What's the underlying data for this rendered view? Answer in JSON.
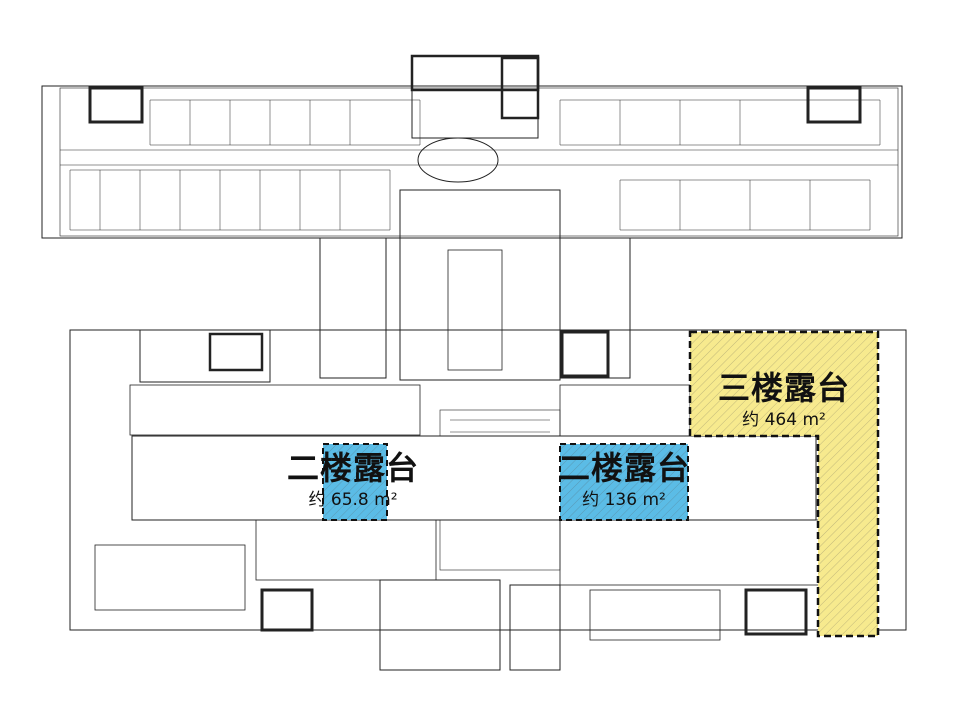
{
  "diagram": {
    "type": "architectural-floor-plan",
    "colors": {
      "third_floor_terrace_fill": "#f7ea8e",
      "second_floor_terrace_fill": "#5bbce6",
      "line": "#222222",
      "background": "#ffffff"
    },
    "terraces": [
      {
        "id": "third-floor-terrace",
        "title": "三楼露台",
        "area_prefix": "约",
        "area_value": "464",
        "area_unit": "m²"
      },
      {
        "id": "second-floor-terrace-left",
        "title": "二楼露台",
        "area_prefix": "约",
        "area_value": "65.8",
        "area_unit": "m²"
      },
      {
        "id": "second-floor-terrace-right",
        "title": "二楼露台",
        "area_prefix": "约",
        "area_value": "136",
        "area_unit": "m²"
      }
    ]
  }
}
